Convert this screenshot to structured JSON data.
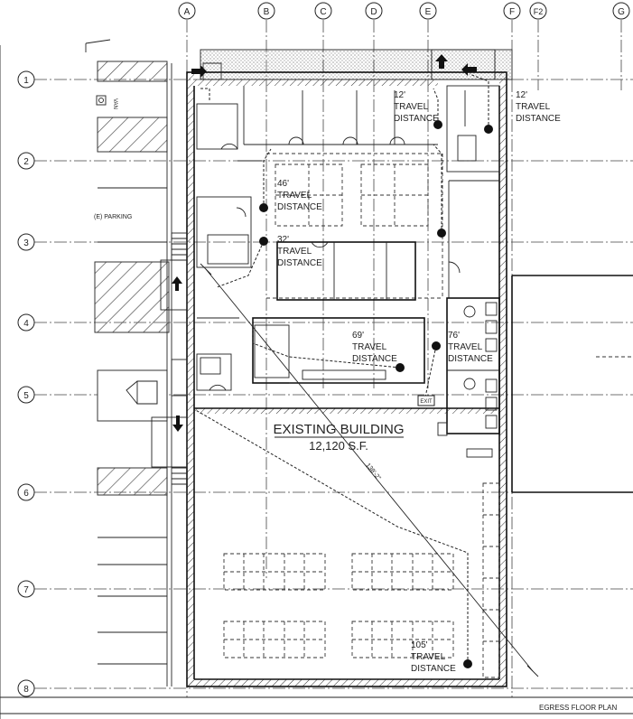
{
  "grid": {
    "columns": [
      "A",
      "B",
      "C",
      "D",
      "E",
      "F",
      "F2",
      "G"
    ],
    "rows": [
      "1",
      "2",
      "3",
      "4",
      "5",
      "6",
      "7",
      "8"
    ]
  },
  "building": {
    "name": "EXISTING BUILDING",
    "area": "12,120 S.F."
  },
  "parking": {
    "label": "(E) PARKING",
    "van_label": "VAN"
  },
  "travel": [
    {
      "value": "12'",
      "line1": "TRAVEL",
      "line2": "DISTANCE"
    },
    {
      "value": "12'",
      "line1": "TRAVEL",
      "line2": "DISTANCE"
    },
    {
      "value": "46'",
      "line1": "TRAVEL",
      "line2": "DISTANCE"
    },
    {
      "value": "32'",
      "line1": "TRAVEL",
      "line2": "DISTANCE"
    },
    {
      "value": "69'",
      "line1": "TRAVEL",
      "line2": "DISTANCE"
    },
    {
      "value": "76'",
      "line1": "TRAVEL",
      "line2": "DISTANCE"
    },
    {
      "value": "105'",
      "line1": "TRAVEL",
      "line2": "DISTANCE"
    }
  ],
  "diagonal_dim": "138'-2\"",
  "exit_label": "EXIT",
  "sheet_title": "EGRESS FLOOR PLAN"
}
